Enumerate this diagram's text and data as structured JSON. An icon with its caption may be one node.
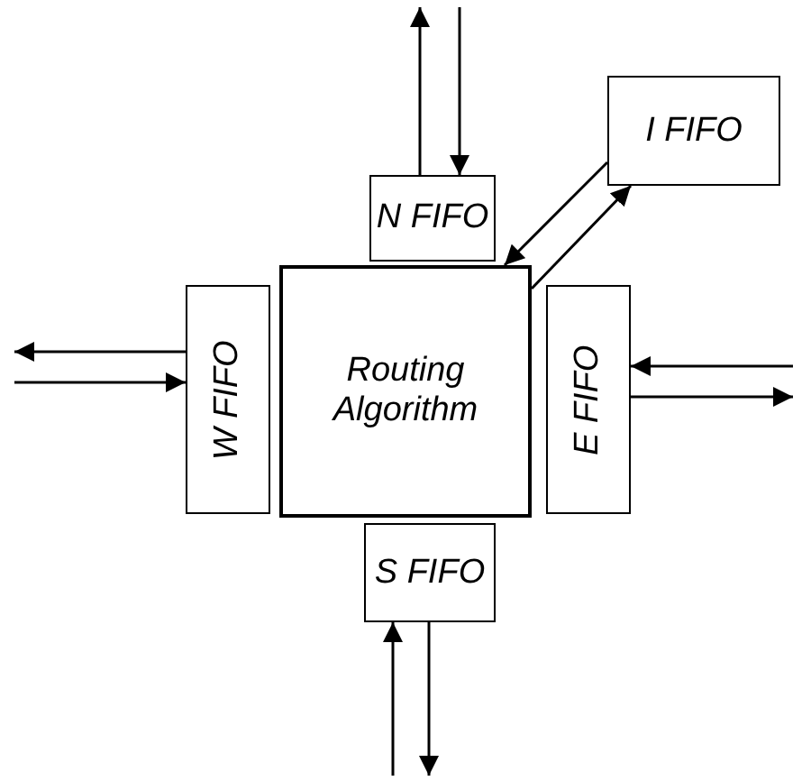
{
  "diagram": {
    "nodes": [
      {
        "text": [
          "N FIFO"
        ]
      },
      {
        "text": [
          "I FIFO"
        ]
      },
      {
        "text": [
          "W FIFO"
        ]
      },
      {
        "text": [
          "Routing Algorithm"
        ]
      },
      {
        "text": [
          "E FIFO"
        ]
      },
      {
        "text": [
          "S FIFO"
        ]
      }
    ],
    "edges": [
      {
        "from": 0,
        "to": null,
        "arrow": "to"
      },
      {
        "from": null,
        "to": 0,
        "arrow": "to"
      },
      {
        "from": 1,
        "to": 3,
        "arrow": "to"
      },
      {
        "from": 3,
        "to": 1,
        "arrow": "to"
      },
      {
        "from": 2,
        "to": null,
        "arrow": "to"
      },
      {
        "from": null,
        "to": 2,
        "arrow": "to"
      },
      {
        "from": null,
        "to": 4,
        "arrow": "to"
      },
      {
        "from": 4,
        "to": null,
        "arrow": "to"
      },
      {
        "from": null,
        "to": 5,
        "arrow": "to"
      },
      {
        "from": 5,
        "to": null,
        "arrow": "to"
      }
    ]
  }
}
